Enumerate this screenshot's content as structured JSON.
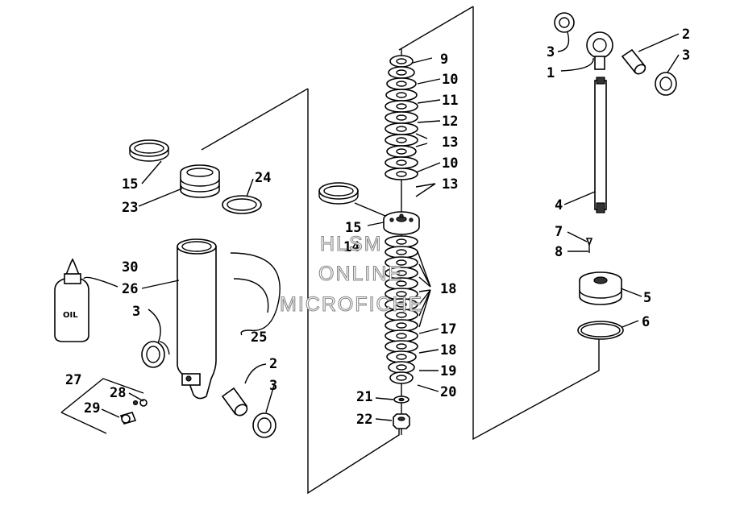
{
  "labels": {
    "n1": "1",
    "n2a": "2",
    "n2b": "2",
    "n3a": "3",
    "n3b": "3",
    "n3c": "3",
    "n3d": "3",
    "n4": "4",
    "n5": "5",
    "n6": "6",
    "n7": "7",
    "n8": "8",
    "n9": "9",
    "n10a": "10",
    "n10b": "10",
    "n11": "11",
    "n12": "12",
    "n13a": "13",
    "n13b": "13",
    "n14": "14",
    "n15a": "15",
    "n15b": "15",
    "n17": "17",
    "n18a": "18",
    "n18b": "18",
    "n19": "19",
    "n20": "20",
    "n21": "21",
    "n22": "22",
    "n23": "23",
    "n24": "24",
    "n25": "25",
    "n26": "26",
    "n27": "27",
    "n28": "28",
    "n29": "29",
    "n30": "30"
  },
  "bottle_text": "OIL",
  "watermark": {
    "line1": "HLSM",
    "line2": "ONLINE",
    "line3": "MICROFICHE"
  }
}
